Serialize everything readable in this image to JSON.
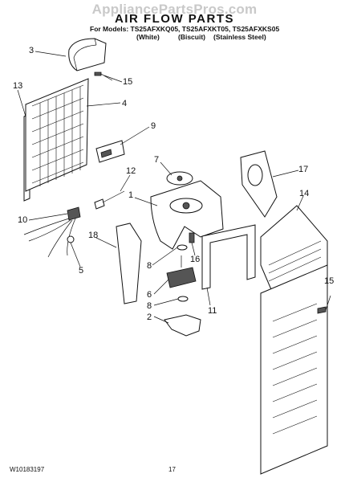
{
  "watermark": "AppliancePartsPros.com",
  "title": "AIR FLOW PARTS",
  "models_line": "For Models: TS25AFXKQ05, TS25AFXKT05, TS25AFXKS05",
  "finishes": [
    "(White)",
    "(Biscuit)",
    "(Stainless Steel)"
  ],
  "document_number": "W10183197",
  "page_number": "17",
  "callouts": [
    "3",
    "15",
    "13",
    "4",
    "9",
    "7",
    "12",
    "17",
    "14",
    "1",
    "10",
    "18",
    "16",
    "8",
    "5",
    "6",
    "8",
    "2",
    "15",
    "11"
  ]
}
